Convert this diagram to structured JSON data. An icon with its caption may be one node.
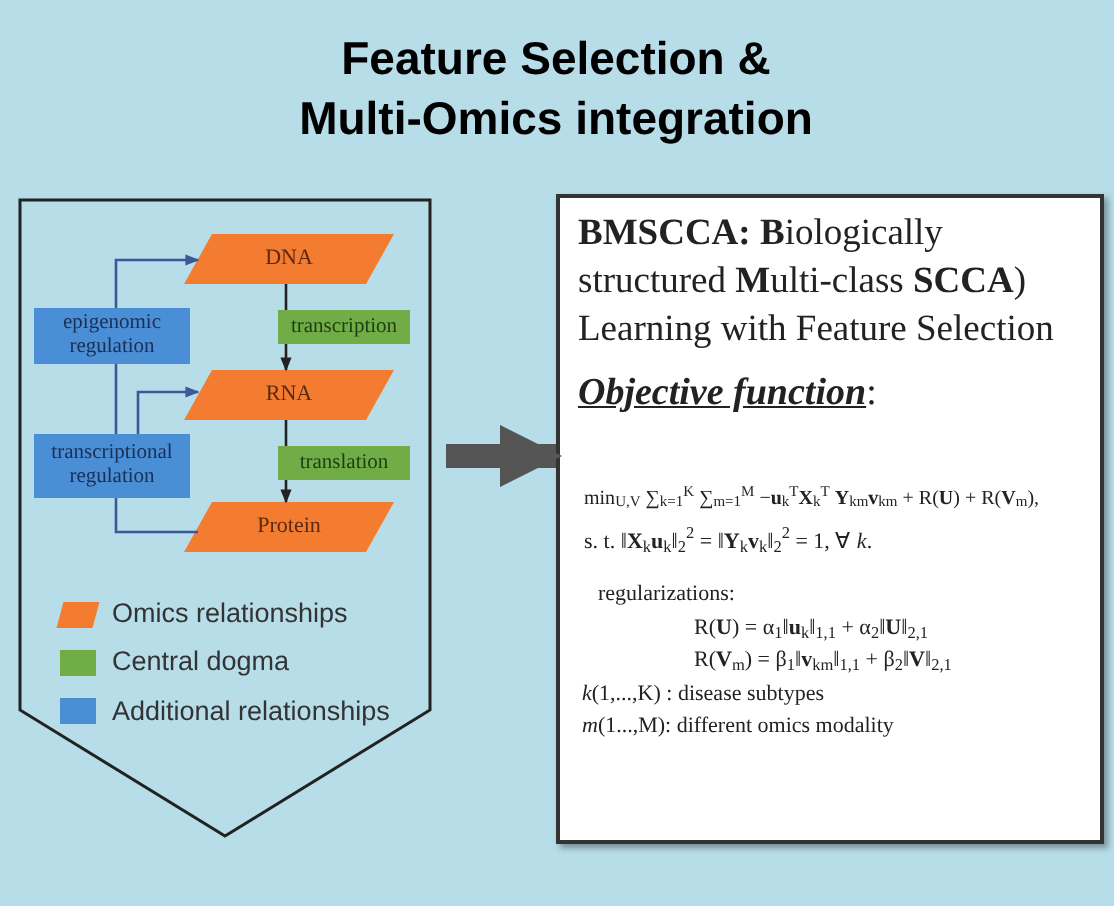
{
  "diagram": {
    "title": "Feature Selection & Multi-Omics integration",
    "nodes": [
      {
        "text": [],
        "shape": "box"
      },
      {
        "text": [
          "DNA"
        ],
        "in": 0
      },
      {
        "text": [
          "transcription"
        ],
        "in": 0
      },
      {
        "text": [
          "RNA"
        ],
        "in": 0
      },
      {
        "text": [
          "translation"
        ],
        "in": 0
      },
      {
        "text": [
          "Protein"
        ],
        "in": 0
      },
      {
        "text": [
          "epigenomic regulation"
        ],
        "in": 0
      },
      {
        "text": [
          "transcriptional regulation"
        ],
        "in": 0
      },
      {
        "text": [
          "**BMSCCA:** **B**iologically structured **M**ulti-class **SCCA**) Learning with Feature Selection",
          "**Objective function**:",
          "min$_{U,V}$ ∑$_{k=1}$$^{K}$ ∑$_{m=1}$$^{M}$ −**u**$_{k}$$^{T}$**X**$_{k}$$^{T}$ **Y**$_{km}$**v**$_{km}$ + R(**U**) + R(**V**$_{m}$),",
          "s. t. ‖**X**$_{k}$**u**$_{k}$‖$_{2}$$^{2}$ = ‖**Y**$_{k}$**v**$_{k}$‖$_{2}$$^{2}$ = 1, ∀ *k*.",
          "regularizations:",
          "R(**U**) = α$_{1}$‖**u**$_{k}$‖$_{1,1}$ + α$_{2}$‖**U**‖$_{2,1}$",
          "R(**V**$_{m}$) = β$_{1}$‖**v**$_{km}$‖$_{1,1}$ + β$_{2}$‖**V**‖$_{2,1}$",
          "*k*(1,...,K) : disease subtypes",
          "*m*(1...,M): different omics modality"
        ]
      }
    ],
    "edges": [
      {
        "from": 1,
        "to": 2,
        "arrow": "none"
      },
      {
        "from": 2,
        "to": 3,
        "arrow": "to"
      },
      {
        "from": 3,
        "to": 4,
        "arrow": "none"
      },
      {
        "from": 4,
        "to": 5,
        "arrow": "to"
      },
      {
        "from": 6,
        "to": 1,
        "arrow": "to",
        "color": "#3b5998"
      },
      {
        "from": 7,
        "to": 3,
        "arrow": "to",
        "color": "#3b5998"
      },
      {
        "from": 5,
        "to": 7,
        "arrow": "none",
        "color": "#3b5998"
      },
      {
        "from": 7,
        "to": 6,
        "arrow": "none",
        "color": "#3b5998"
      },
      {
        "from": 0,
        "to": 8,
        "arrow": "to",
        "style": "thick",
        "color": "#555555"
      }
    ],
    "legend": [
      {
        "text": "Omics relationships",
        "color": "#f47c30"
      },
      {
        "text": "Central dogma",
        "color": "#70ad47"
      },
      {
        "text": "Additional relationships",
        "color": "#4a8fd6"
      }
    ]
  }
}
